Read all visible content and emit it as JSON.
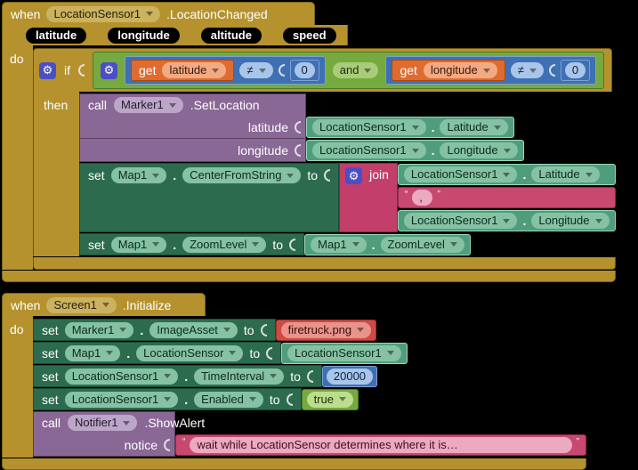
{
  "icons": {
    "gear": "⚙",
    "quote_open": "“",
    "quote_close": "”"
  },
  "labels": {
    "when": "when",
    "do": "do",
    "then": "then",
    "if": "if",
    "set": "set",
    "to": "to",
    "call": "call",
    "get": "get",
    "join": "join",
    "and": "and",
    "notice": "notice",
    "dot": "."
  },
  "colors": {
    "event_gold": "#B5922E",
    "set_green": "#2D6B4F",
    "getter_green": "#4F9D7C",
    "logic_green": "#76A93F",
    "math_blue": "#3E70B3",
    "variable_orange": "#DF6B2F",
    "text_magenta": "#C23F6B",
    "procedure_purple": "#8A6896",
    "asset_red": "#CE4A44",
    "canvas": "#000000"
  },
  "event1": {
    "component": "LocationSensor1",
    "event": ".LocationChanged",
    "params": [
      "latitude",
      "longitude",
      "altitude",
      "speed"
    ],
    "cond_left": {
      "var": "latitude",
      "op": "≠",
      "value": "0"
    },
    "and_op": "and",
    "cond_right": {
      "var": "longitude",
      "op": "≠",
      "value": "0"
    },
    "set_location": {
      "component": "Marker1",
      "method": ".SetLocation",
      "arg1_label": "latitude",
      "arg1": {
        "component": "LocationSensor1",
        "prop": "Latitude"
      },
      "arg2_label": "longitude",
      "arg2": {
        "component": "LocationSensor1",
        "prop": "Longitude"
      }
    },
    "center": {
      "component": "Map1",
      "prop": "CenterFromString",
      "join_arg1": {
        "component": "LocationSensor1",
        "prop": "Latitude"
      },
      "join_text": ", ",
      "join_arg3": {
        "component": "LocationSensor1",
        "prop": "Longitude"
      }
    },
    "zoom": {
      "component": "Map1",
      "prop": "ZoomLevel",
      "value": {
        "component": "Map1",
        "prop": "ZoomLevel"
      }
    }
  },
  "event2": {
    "component": "Screen1",
    "event": ".Initialize",
    "rows": [
      {
        "component": "Marker1",
        "prop": "ImageAsset",
        "value": "firetruck.png"
      },
      {
        "component": "Map1",
        "prop": "LocationSensor",
        "value": "LocationSensor1"
      },
      {
        "component": "LocationSensor1",
        "prop": "TimeInterval",
        "value": "20000"
      },
      {
        "component": "LocationSensor1",
        "prop": "Enabled",
        "value": "true"
      }
    ],
    "show_alert": {
      "component": "Notifier1",
      "method": ".ShowAlert",
      "arg_label": "notice",
      "text": "wait while LocationSensor determines where it is…"
    }
  }
}
